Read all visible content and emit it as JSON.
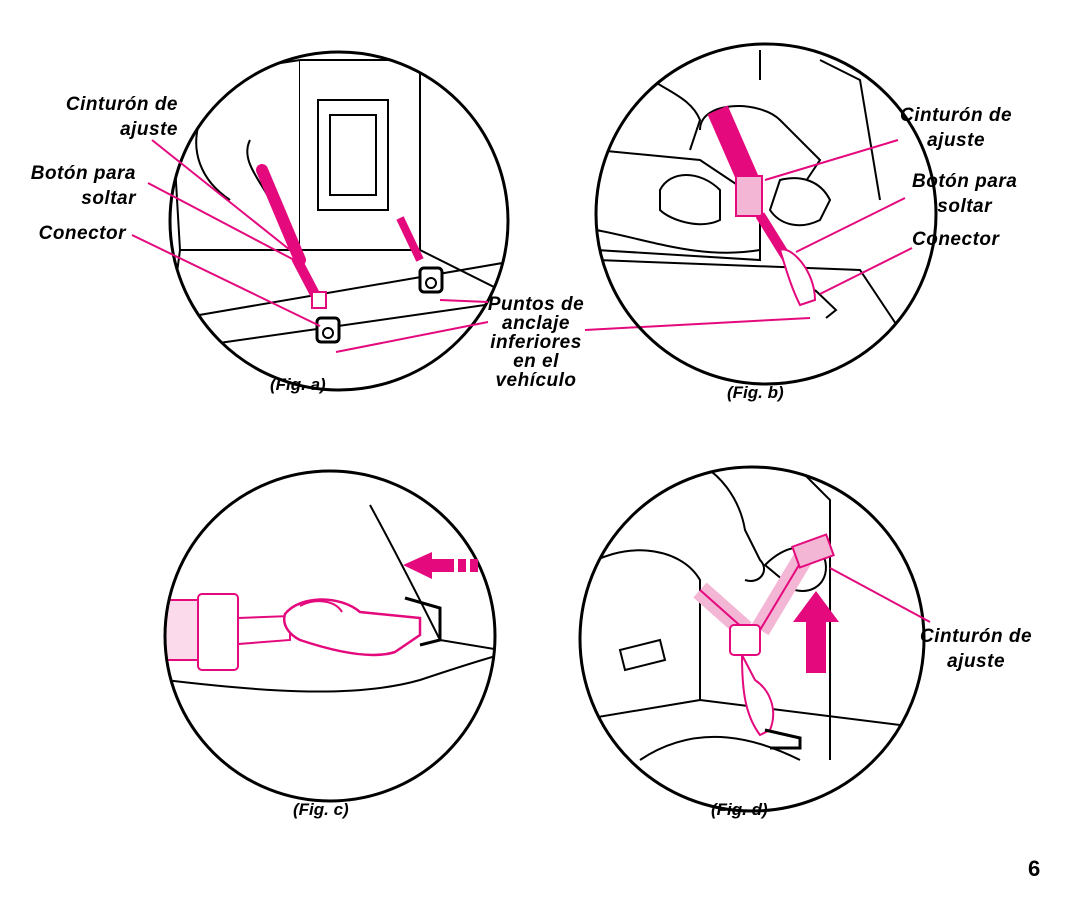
{
  "colors": {
    "accent": "#e4097d",
    "accent_light": "#f4b6d5",
    "ink": "#000000"
  },
  "fig_a": {
    "caption": "(Fig. a)",
    "labels": {
      "tightening_strap": "Cinturón de\najuste",
      "release_button": "Botón para\nsoltar",
      "connector": "Conector"
    }
  },
  "anchor_label": "Puntos de\nanclaje\ninferiores\nen el\nvehículo",
  "fig_b": {
    "caption": "(Fig. b)",
    "labels": {
      "tightening_strap": "Cinturón de\najuste",
      "release_button": "Botón para\nsoltar",
      "connector": "Conector"
    }
  },
  "fig_c": {
    "caption": "(Fig. c)"
  },
  "fig_d": {
    "caption": "(Fig. d)",
    "labels": {
      "tightening_strap": "Cinturón de\najuste"
    }
  },
  "page_number": "6"
}
